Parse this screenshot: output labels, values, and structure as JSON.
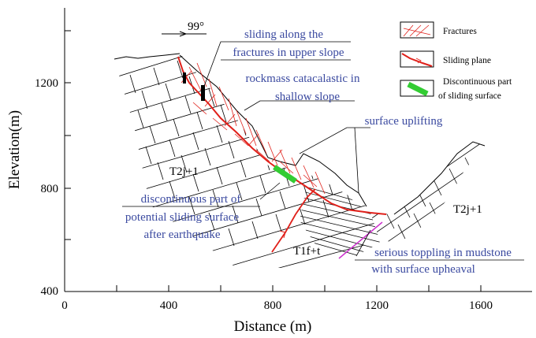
{
  "axes": {
    "x_title": "Distance (m)",
    "y_title": "Elevation(m)",
    "x_ticks": [
      "0",
      "400",
      "800",
      "1200",
      "1600"
    ],
    "y_ticks": [
      "1200",
      "800",
      "400"
    ]
  },
  "orientation": {
    "label": "99°"
  },
  "legend": {
    "items": [
      {
        "label": "Fractures"
      },
      {
        "label": "Sliding plane"
      },
      {
        "label": "Discontinuous part",
        "label2": "of sliding surface"
      }
    ]
  },
  "annotations": {
    "sliding_upper": [
      "sliding along the",
      "fractures in upper slope"
    ],
    "cataclastic": [
      "rockmass catacalastic in",
      "shallow slope"
    ],
    "uplifting": [
      "surface uplifting"
    ],
    "discontinuous": [
      "discontinuous part of",
      "potential sliding surface",
      "after earthquake"
    ],
    "toppling": [
      "serious toppling in mudstone",
      "with surface upheaval"
    ]
  },
  "units": {
    "t2j1_left": "T2j+1",
    "t2j1_right": "T2j+1",
    "t1f": "T1f+t"
  },
  "colors": {
    "annotation": "#3b4aa0",
    "sliding_plane": "#e0201a",
    "fractures": "#e0201a",
    "discontinuous": "#33cc33",
    "toppling": "#cc33cc"
  }
}
